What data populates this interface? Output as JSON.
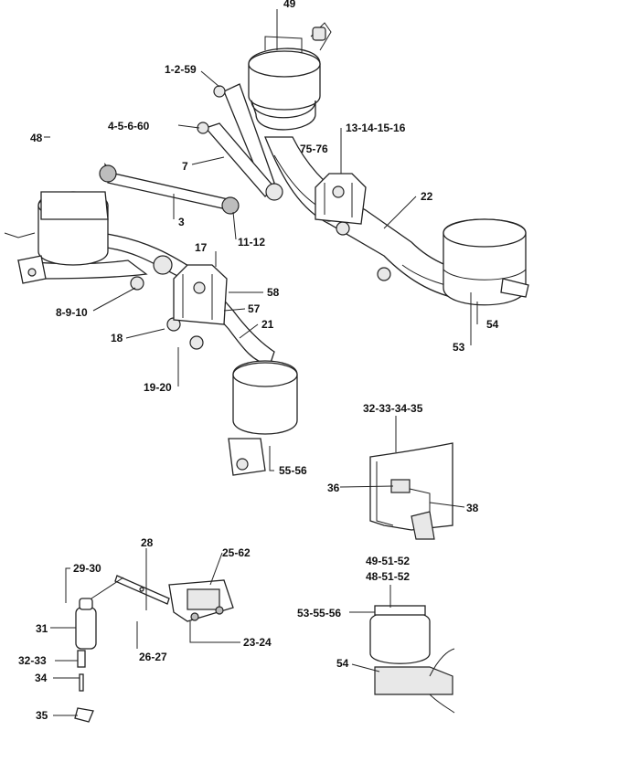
{
  "labels": {
    "l49": "49",
    "l1_2_59": "1-2-59",
    "l48": "48",
    "l4_5_6_60": "4-5-6-60",
    "l13_14_15_16": "13-14-15-16",
    "l75_76": "75-76",
    "l7": "7",
    "l22": "22",
    "l3": "3",
    "l11_12": "11-12",
    "l17": "17",
    "l58": "58",
    "l8_9_10": "8-9-10",
    "l57": "57",
    "l21": "21",
    "l18": "18",
    "l54a": "54",
    "l53a": "53",
    "l19_20": "19-20",
    "l32_33_34_35": "32-33-34-35",
    "l36": "36",
    "l38": "38",
    "l55_56": "55-56",
    "l28": "28",
    "l25_62": "25-62",
    "l29_30": "29-30",
    "l31": "31",
    "l26_27": "26-27",
    "l23_24": "23-24",
    "l32_33": "32-33",
    "l34": "34",
    "l35": "35",
    "l49_51_52": "49-51-52",
    "l48_51_52": "48-51-52",
    "l53_55_56": "53-55-56",
    "l54b": "54"
  }
}
